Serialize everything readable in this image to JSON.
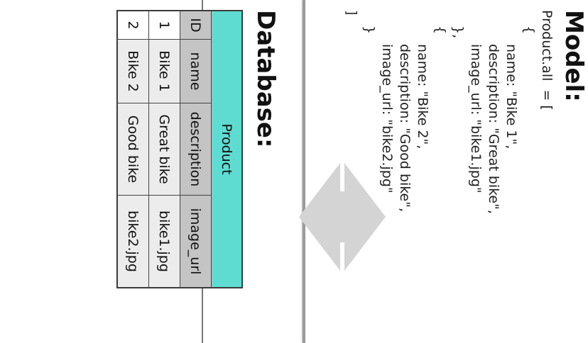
{
  "model": {
    "heading": "Model:",
    "code_lines": [
      "Product.all  = [",
      "{",
      "name: \"Bike 1\",",
      "description: \"Great bike\",",
      "image_url: \"bike1.jpg\"",
      "},",
      "{",
      "name: \"Bike 2\",",
      "description: \"Good bike\",",
      "image_url: \"bike2.jpg\"",
      "}",
      "]"
    ]
  },
  "database": {
    "heading": "Database:",
    "table_name": "Product",
    "columns": [
      "ID",
      "name",
      "description",
      "image_url"
    ],
    "rows": [
      [
        "1",
        "Bike 1",
        "Great bike",
        "bike1.jpg"
      ],
      [
        "2",
        "Bike 2",
        "Good bike",
        "bike2.jpg"
      ]
    ]
  },
  "arrow_icon": "double-headed-arrow-icon",
  "colors": {
    "table_title_bg": "#5fdcd1",
    "table_header_bg": "#c4c4c4",
    "table_cell_bg": "#ececec",
    "arrow": "#d4d4d4"
  }
}
